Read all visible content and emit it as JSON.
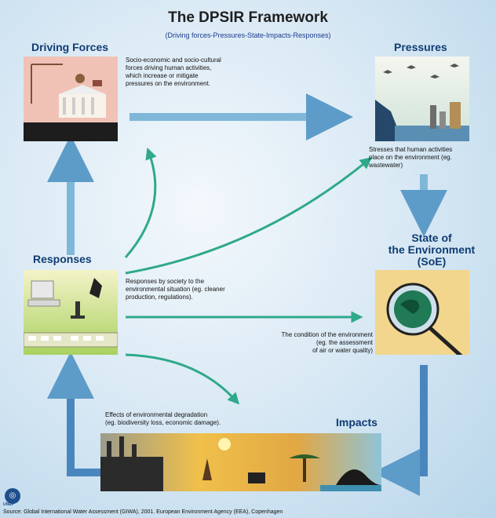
{
  "title": "The DPSIR Framework",
  "subtitle": "(Driving forces-Pressures-State-Impacts-Responses)",
  "driving_forces": {
    "heading": "Driving Forces",
    "desc_lines": [
      "Socio-economic and socio-cultural",
      "forces driving human activities,",
      "which increase or mitigate",
      "pressures on the environment."
    ]
  },
  "pressures": {
    "heading": "Pressures",
    "desc_lines": [
      "Stresses that human activities",
      "place on the environment (eg.",
      "wastewater)"
    ]
  },
  "state": {
    "heading_lines": [
      "State of",
      "the Environment",
      "(SoE)"
    ],
    "desc_lines": [
      "The condition of the environment",
      "(eg. the assessment",
      "of air or water quality)"
    ]
  },
  "impacts": {
    "heading": "Impacts",
    "desc_lines": [
      "Effects of environmental degradation",
      "(eg. biodiversity loss, economic damage)."
    ]
  },
  "responses": {
    "heading": "Responses",
    "desc_lines": [
      "Responses by society to the",
      "environmental situation (eg. cleaner",
      "production, regulations)."
    ]
  },
  "source": "Source: Global International Water Assessment (GIWA), 2001. European Environment Agency (EEA), Copenhagen",
  "logo": "UNEP",
  "colors": {
    "arrow": "#4f8fbf",
    "arrow_green": "#2fa98a",
    "heading": "#103c73"
  }
}
